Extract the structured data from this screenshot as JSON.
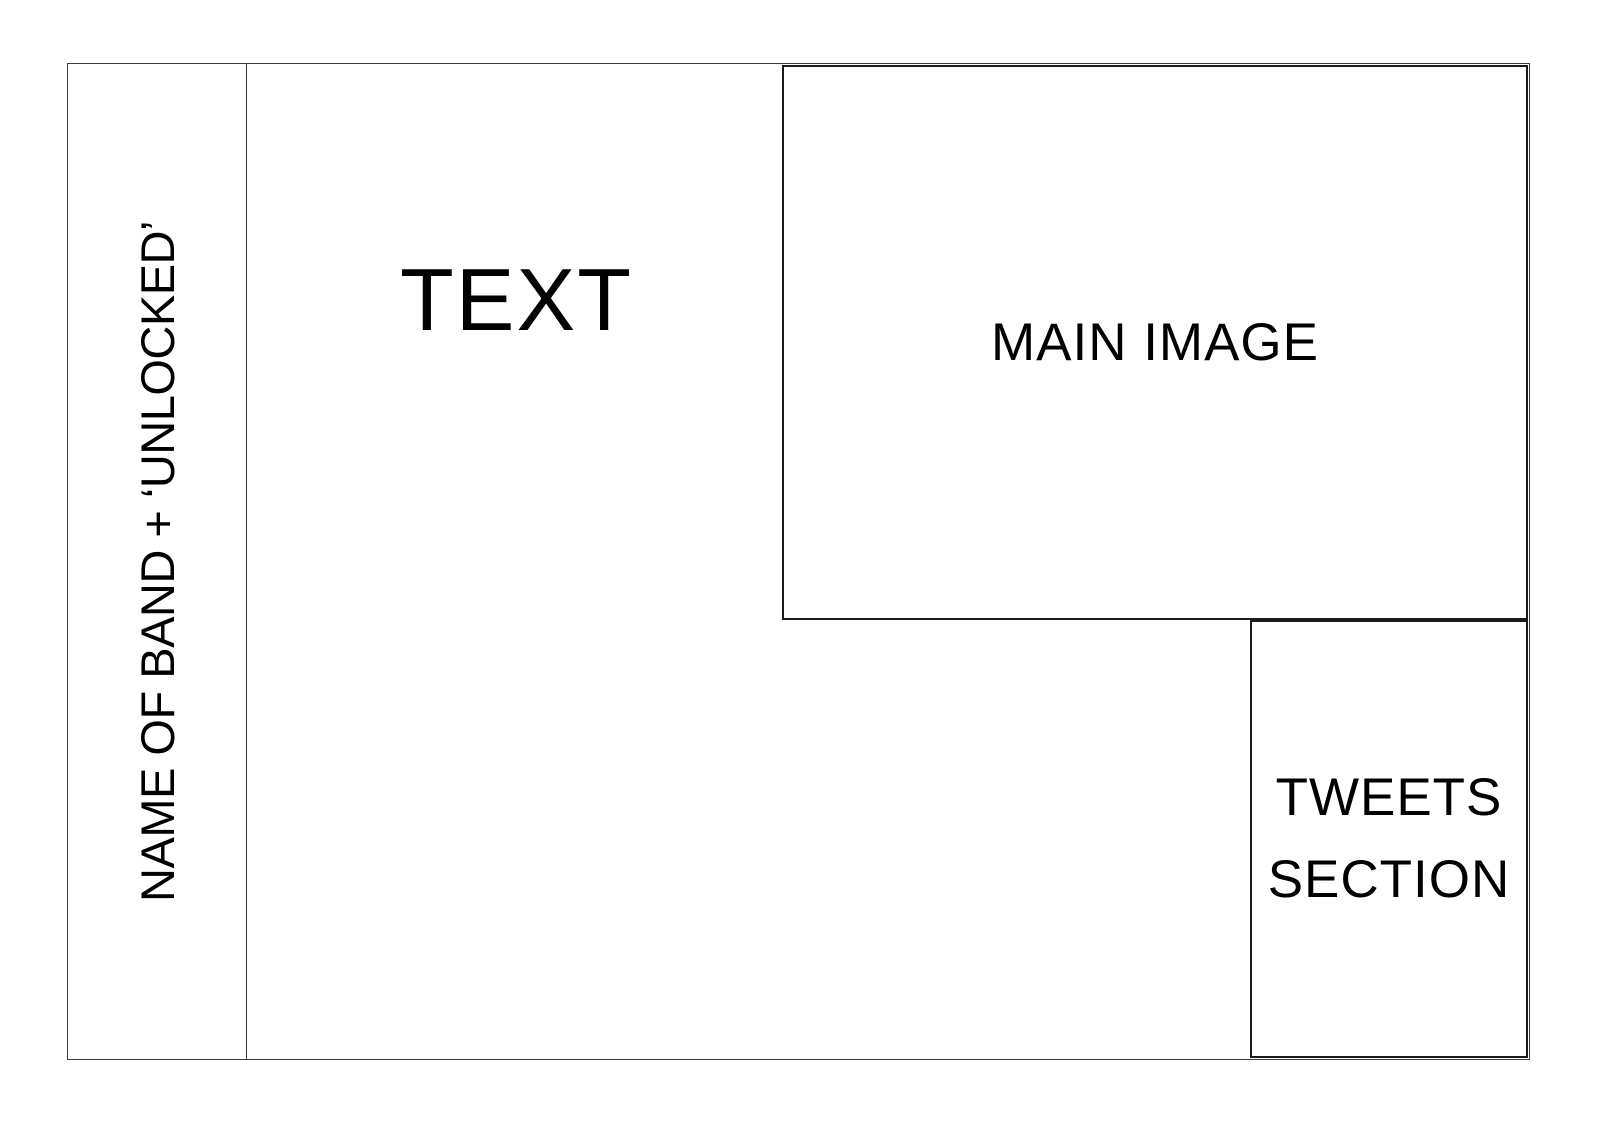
{
  "canvas": {
    "background_color": "#ffffff",
    "frame_border_color": "#3c3c3c",
    "box_border_color": "#1c1c1c",
    "text_color": "#000000"
  },
  "sidebar": {
    "label": "NAME OF BAND + ‘UNLOCKED’"
  },
  "content": {
    "placeholder": "TEXT"
  },
  "main_image": {
    "label": "MAIN IMAGE"
  },
  "tweets_section": {
    "label": "TWEETS SECTION"
  }
}
